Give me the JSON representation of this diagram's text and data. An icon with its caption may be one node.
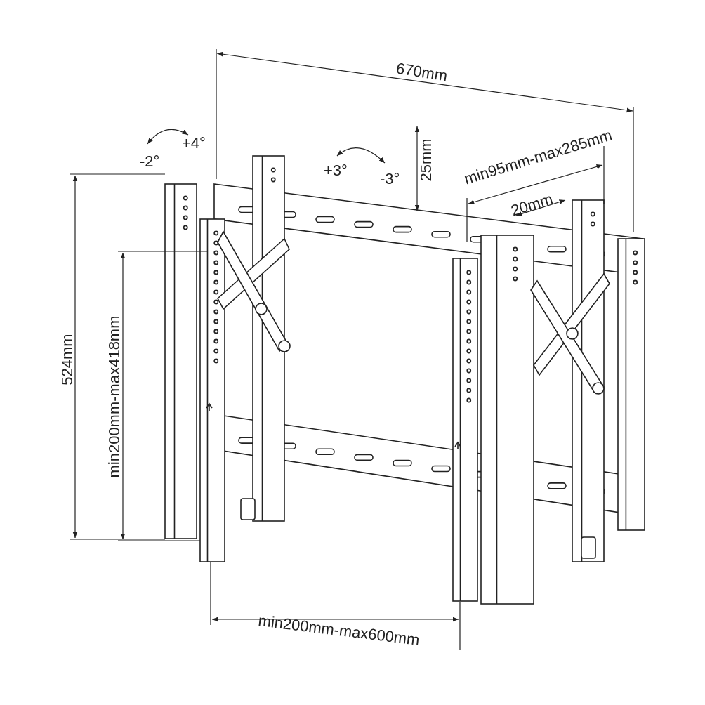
{
  "diagram": {
    "labels": [
      "670mm",
      "+4°",
      "-2°",
      "+3°",
      "-3°",
      "25mm",
      "min95mm-max285mm",
      "20mm",
      "524mm",
      "min200mm-max418mm",
      "min200mm-max600mm"
    ]
  }
}
